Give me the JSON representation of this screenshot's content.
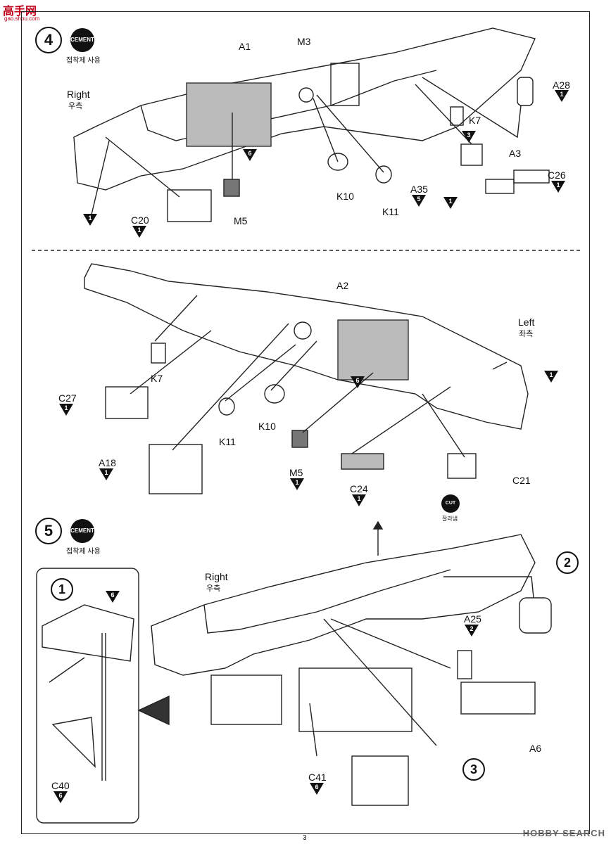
{
  "site_logo": {
    "main": "高手网",
    "sub": "gao.shou.com"
  },
  "step4": {
    "number": "4",
    "cement_icon": "CEMENT",
    "cement_label": "접착제 사용",
    "side_en": "Right",
    "side_ko": "우측",
    "parts": {
      "A1": "A1",
      "M3": "M3",
      "A28": "A28",
      "K7": "K7",
      "A3": "A3",
      "C26": "C26",
      "K10": "K10",
      "K11": "K11",
      "A35": "A35",
      "M5": "M5",
      "C20": "C20"
    },
    "colors": {
      "c6": "6",
      "c1": "1",
      "c3": "3",
      "c5": "5"
    }
  },
  "mid": {
    "side_en": "Left",
    "side_ko": "좌측",
    "parts": {
      "A2": "A2",
      "K7": "K7",
      "C27": "C27",
      "K10": "K10",
      "K11": "K11",
      "A18": "A18",
      "M5": "M5",
      "C24": "C24",
      "C21": "C21"
    },
    "cut_icon": "CUT",
    "cut_label": "잘라냄"
  },
  "step5": {
    "number": "5",
    "cement_icon": "CEMENT",
    "cement_label": "접착제 사용",
    "side_en": "Right",
    "side_ko": "우측",
    "sub1": "1",
    "sub2": "2",
    "sub3": "3",
    "parts": {
      "A25": "A25",
      "A6": "A6",
      "C41": "C41",
      "C40": "C40"
    }
  },
  "footer": {
    "page_number": "3",
    "watermark": "HOBBY SEARCH"
  },
  "icons": {
    "cement": "cement-icon",
    "cut": "cut-icon",
    "color": "paint-color-triangle-icon"
  }
}
